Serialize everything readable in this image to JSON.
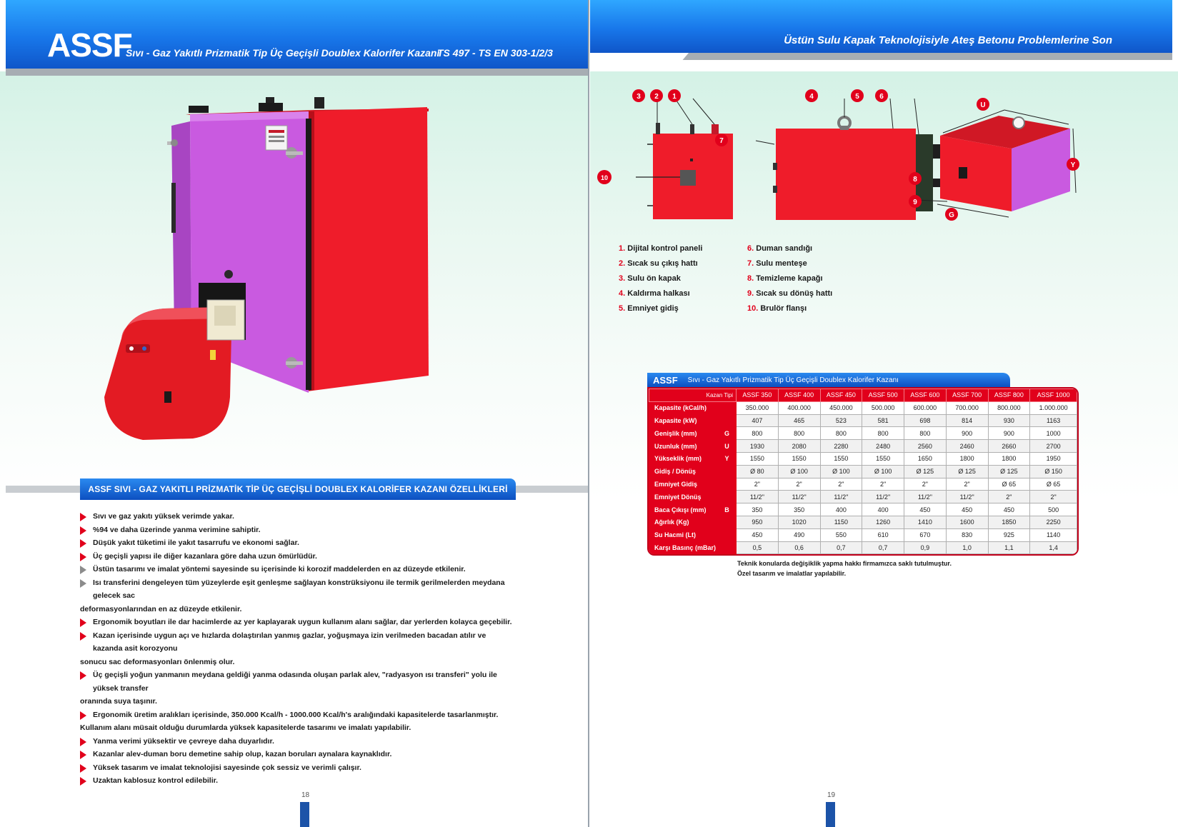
{
  "left_page": {
    "brand": "ASSF",
    "title": "Sıvı - Gaz Yakıtlı Prizmatik Tip Üç Geçişli Doublex Kalorifer Kazanı",
    "standard": "TS 497 - TS EN 303-1/2/3",
    "features_title": "ASSF SIVI - GAZ YAKITLI PRİZMATİK TİP ÜÇ GEÇİŞLİ DOUBLEX KALORİFER KAZANI ÖZELLİKLERİ",
    "features": [
      "Sıvı ve gaz yakıtı yüksek verimde yakar.",
      "%94 ve daha üzerinde yanma verimine sahiptir.",
      "Düşük yakıt tüketimi ile yakıt tasarrufu ve ekonomi sağlar.",
      "Üç geçişli yapısı ile diğer kazanlara göre daha uzun ömürlüdür.",
      "Üstün tasarımı ve imalat yöntemi sayesinde su içerisinde ki korozif maddelerden en az düzeyde etkilenir.",
      "Isı transferini dengeleyen tüm yüzeylerde eşit genleşme sağlayan konstrüksiyonu ile termik gerilmelerden meydana gelecek sac",
      "deformasyonlarından en az düzeyde etkilenir.",
      "Ergonomik boyutları ile dar hacimlerde az yer kaplayarak uygun kullanım alanı sağlar, dar yerlerden kolayca geçebilir.",
      "Kazan içerisinde uygun açı ve hızlarda dolaştırılan yanmış gazlar, yoğuşmaya izin verilmeden bacadan atılır ve kazanda asit korozyonu",
      "sonucu sac deformasyonları önlenmiş olur.",
      "Üç geçişli yoğun yanmanın meydana geldiği yanma odasında oluşan parlak alev, \"radyasyon ısı transferi\" yolu ile yüksek transfer",
      "oranında suya taşınır.",
      "Ergonomik üretim aralıkları içerisinde, 350.000 Kcal/h - 1000.000 Kcal/h's aralığındaki kapasitelerde tasarlanmıştır.",
      "Kullanım alanı müsait olduğu durumlarda yüksek kapasitelerde tasarımı ve imalatı yapılabilir.",
      "Yanma verimi yüksektir ve çevreye daha duyarlıdır.",
      "Kazanlar alev-duman boru demetine sahip olup, kazan boruları aynalara kaynaklıdır.",
      "Yüksek tasarım ve imalat teknolojisi sayesinde çok sessiz ve verimli çalışır.",
      "Uzaktan kablosuz kontrol edilebilir."
    ],
    "page_number": "18"
  },
  "right_page": {
    "slogan": "Üstün Sulu Kapak Teknolojisiyle Ateş Betonu Problemlerine Son",
    "callouts": [
      "1",
      "2",
      "3",
      "4",
      "5",
      "6",
      "7",
      "8",
      "9",
      "10",
      "U",
      "Y",
      "G"
    ],
    "legend_left": [
      {
        "n": "1.",
        "text": "Dijital kontrol paneli"
      },
      {
        "n": "2.",
        "text": "Sıcak su çıkış hattı"
      },
      {
        "n": "3.",
        "text": "Sulu ön kapak"
      },
      {
        "n": "4.",
        "text": "Kaldırma halkası"
      },
      {
        "n": "5.",
        "text": "Emniyet gidiş"
      }
    ],
    "legend_right": [
      {
        "n": "6.",
        "text": "Duman sandığı"
      },
      {
        "n": "7.",
        "text": "Sulu menteşe"
      },
      {
        "n": "8.",
        "text": "Temizleme kapağı"
      },
      {
        "n": "9.",
        "text": "Sıcak su dönüş hattı"
      },
      {
        "n": "10.",
        "text": "Brulör flanşı"
      }
    ],
    "table": {
      "brand": "ASSF",
      "title": "Sıvı - Gaz Yakıtlı Prizmatik Tip Üç Geçişli Doublex Kalorifer Kazanı",
      "header_label": "Kazan Tipi",
      "models": [
        "ASSF 350",
        "ASSF 400",
        "ASSF 450",
        "ASSF 500",
        "ASSF 600",
        "ASSF 700",
        "ASSF 800",
        "ASSF 1000"
      ],
      "rows": [
        {
          "label": "Kapasite (kCal/h)",
          "sym": "",
          "values": [
            "350.000",
            "400.000",
            "450.000",
            "500.000",
            "600.000",
            "700.000",
            "800.000",
            "1.000.000"
          ]
        },
        {
          "label": "Kapasite (kW)",
          "sym": "",
          "values": [
            "407",
            "465",
            "523",
            "581",
            "698",
            "814",
            "930",
            "1163"
          ]
        },
        {
          "label": "Genişlik (mm)",
          "sym": "G",
          "values": [
            "800",
            "800",
            "800",
            "800",
            "800",
            "900",
            "900",
            "1000"
          ]
        },
        {
          "label": "Uzunluk (mm)",
          "sym": "U",
          "values": [
            "1930",
            "2080",
            "2280",
            "2480",
            "2560",
            "2460",
            "2660",
            "2700"
          ]
        },
        {
          "label": "Yükseklik (mm)",
          "sym": "Y",
          "values": [
            "1550",
            "1550",
            "1550",
            "1550",
            "1650",
            "1800",
            "1800",
            "1950"
          ]
        },
        {
          "label": "Gidiş / Dönüş",
          "sym": "",
          "values": [
            "Ø 80",
            "Ø 100",
            "Ø 100",
            "Ø 100",
            "Ø 125",
            "Ø 125",
            "Ø 125",
            "Ø 150"
          ]
        },
        {
          "label": "Emniyet Gidiş",
          "sym": "",
          "values": [
            "2\"",
            "2\"",
            "2\"",
            "2\"",
            "2\"",
            "2\"",
            "Ø 65",
            "Ø 65"
          ]
        },
        {
          "label": "Emniyet Dönüş",
          "sym": "",
          "values": [
            "11/2\"",
            "11/2\"",
            "11/2\"",
            "11/2\"",
            "11/2\"",
            "11/2\"",
            "2\"",
            "2\""
          ]
        },
        {
          "label": "Baca Çıkışı (mm)",
          "sym": "B",
          "values": [
            "350",
            "350",
            "400",
            "400",
            "450",
            "450",
            "450",
            "500"
          ]
        },
        {
          "label": "Ağırlık (Kg)",
          "sym": "",
          "values": [
            "950",
            "1020",
            "1150",
            "1260",
            "1410",
            "1600",
            "1850",
            "2250"
          ]
        },
        {
          "label": "Su Hacmi (Lt)",
          "sym": "",
          "values": [
            "450",
            "490",
            "550",
            "610",
            "670",
            "830",
            "925",
            "1140"
          ]
        },
        {
          "label": "Karşı Basınç (mBar)",
          "sym": "",
          "values": [
            "0,5",
            "0,6",
            "0,7",
            "0,7",
            "0,9",
            "1,0",
            "1,1",
            "1,4"
          ]
        }
      ],
      "note_1": "Teknik konularda değişiklik yapma hakkı firmamızca saklı tutulmuştur.",
      "note_2": "Özel tasarım ve imalatlar yapılabilir."
    },
    "page_number": "19"
  },
  "colors": {
    "header_blue": "#1877ea",
    "accent_red": "#e1001b",
    "door_purple": "#c95ae0",
    "boiler_red": "#ef1c2a"
  }
}
